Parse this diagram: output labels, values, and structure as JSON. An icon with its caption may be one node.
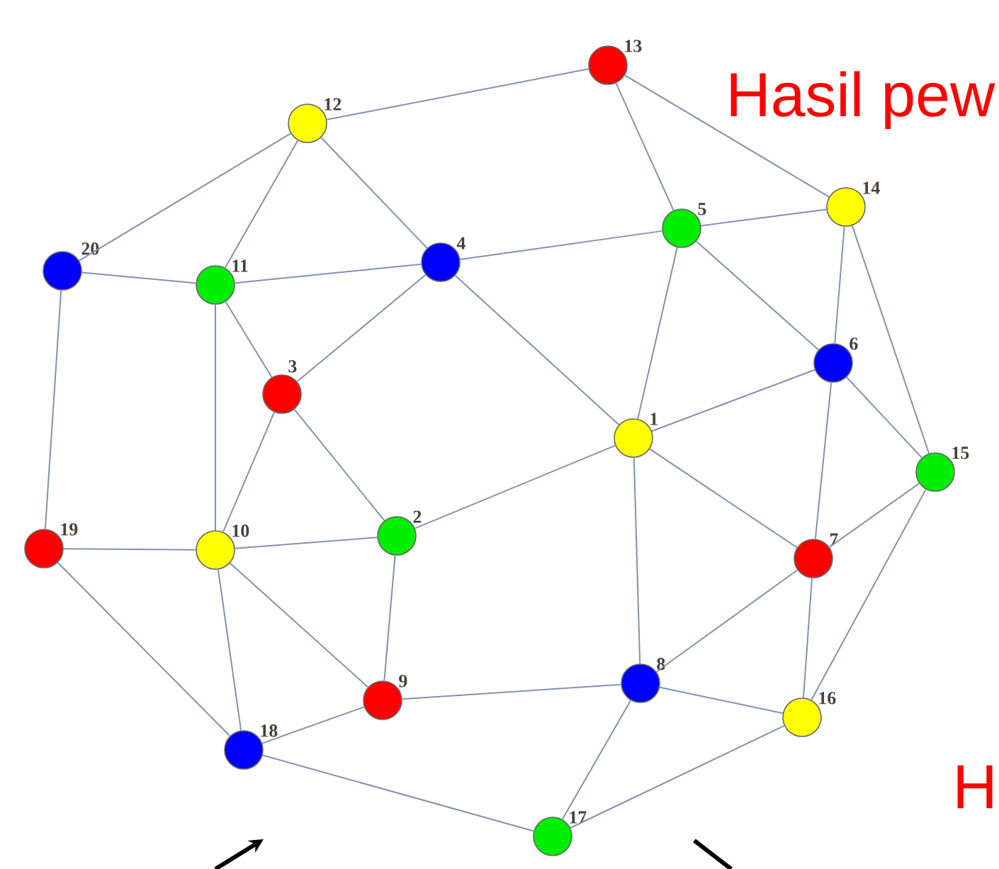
{
  "diagram": {
    "nodes": [
      {
        "text": [],
        "shape": "circle",
        "beside": [
          "1"
        ]
      },
      {
        "text": [],
        "shape": "circle",
        "beside": [
          "2"
        ]
      },
      {
        "text": [],
        "shape": "circle",
        "beside": [
          "3"
        ]
      },
      {
        "text": [],
        "shape": "circle",
        "beside": [
          "4"
        ]
      },
      {
        "text": [],
        "shape": "circle",
        "beside": [
          "5"
        ]
      },
      {
        "text": [],
        "shape": "circle",
        "beside": [
          "6"
        ]
      },
      {
        "text": [],
        "shape": "circle",
        "beside": [
          "7"
        ]
      },
      {
        "text": [],
        "shape": "circle",
        "beside": [
          "8"
        ]
      },
      {
        "text": [],
        "shape": "circle",
        "beside": [
          "9"
        ]
      },
      {
        "text": [],
        "shape": "circle",
        "beside": [
          "10"
        ]
      },
      {
        "text": [],
        "shape": "circle",
        "beside": [
          "11"
        ]
      },
      {
        "text": [],
        "shape": "circle",
        "beside": [
          "12"
        ]
      },
      {
        "text": [],
        "shape": "circle",
        "beside": [
          "13"
        ]
      },
      {
        "text": [],
        "shape": "circle",
        "beside": [
          "14"
        ]
      },
      {
        "text": [],
        "shape": "circle",
        "beside": [
          "15"
        ]
      },
      {
        "text": [],
        "shape": "circle",
        "beside": [
          "16"
        ]
      },
      {
        "text": [],
        "shape": "circle",
        "beside": [
          "17"
        ]
      },
      {
        "text": [],
        "shape": "circle",
        "beside": [
          "18"
        ]
      },
      {
        "text": [],
        "shape": "circle",
        "beside": [
          "19"
        ]
      },
      {
        "text": [],
        "shape": "circle",
        "beside": [
          "20"
        ]
      }
    ],
    "edges": [
      {
        "from": 11,
        "to": 12,
        "arrow": "none"
      },
      {
        "from": 11,
        "to": 19,
        "arrow": "none"
      },
      {
        "from": 11,
        "to": 10,
        "arrow": "none"
      },
      {
        "from": 11,
        "to": 3,
        "arrow": "none"
      },
      {
        "from": 12,
        "to": 4,
        "arrow": "none"
      },
      {
        "from": 12,
        "to": 13,
        "arrow": "none"
      },
      {
        "from": 19,
        "to": 10,
        "arrow": "none"
      },
      {
        "from": 19,
        "to": 18,
        "arrow": "none"
      },
      {
        "from": 10,
        "to": 3,
        "arrow": "none"
      },
      {
        "from": 10,
        "to": 2,
        "arrow": "none"
      },
      {
        "from": 10,
        "to": 9,
        "arrow": "none"
      },
      {
        "from": 3,
        "to": 4,
        "arrow": "none"
      },
      {
        "from": 3,
        "to": 2,
        "arrow": "none"
      },
      {
        "from": 3,
        "to": 0,
        "arrow": "none"
      },
      {
        "from": 4,
        "to": 13,
        "arrow": "none"
      },
      {
        "from": 4,
        "to": 0,
        "arrow": "none"
      },
      {
        "from": 4,
        "to": 5,
        "arrow": "none"
      },
      {
        "from": 13,
        "to": 5,
        "arrow": "none"
      },
      {
        "from": 13,
        "to": 14,
        "arrow": "none"
      },
      {
        "from": 5,
        "to": 0,
        "arrow": "none"
      },
      {
        "from": 5,
        "to": 14,
        "arrow": "none"
      },
      {
        "from": 5,
        "to": 6,
        "arrow": "none"
      },
      {
        "from": 2,
        "to": 9,
        "arrow": "none"
      },
      {
        "from": 2,
        "to": 1,
        "arrow": "none"
      },
      {
        "from": 0,
        "to": 1,
        "arrow": "none"
      },
      {
        "from": 0,
        "to": 6,
        "arrow": "none"
      },
      {
        "from": 0,
        "to": 7,
        "arrow": "none"
      },
      {
        "from": 14,
        "to": 6,
        "arrow": "none"
      },
      {
        "from": 14,
        "to": 15,
        "arrow": "none"
      },
      {
        "from": 9,
        "to": 18,
        "arrow": "none"
      },
      {
        "from": 9,
        "to": 1,
        "arrow": "none"
      },
      {
        "from": 9,
        "to": 8,
        "arrow": "none"
      },
      {
        "from": 9,
        "to": 17,
        "arrow": "none"
      },
      {
        "from": 1,
        "to": 8,
        "arrow": "none"
      },
      {
        "from": 18,
        "to": 17,
        "arrow": "none"
      },
      {
        "from": 6,
        "to": 7,
        "arrow": "none"
      },
      {
        "from": 6,
        "to": 15,
        "arrow": "none"
      },
      {
        "from": 8,
        "to": 17,
        "arrow": "none"
      },
      {
        "from": 8,
        "to": 7,
        "arrow": "none"
      },
      {
        "from": 7,
        "to": 15,
        "arrow": "none"
      },
      {
        "from": 7,
        "to": 16,
        "arrow": "none"
      },
      {
        "from": 17,
        "to": 16,
        "arrow": "none"
      },
      {
        "from": 15,
        "to": 16,
        "arrow": "none"
      }
    ],
    "labels": [
      "Hasil pew",
      "H"
    ]
  }
}
